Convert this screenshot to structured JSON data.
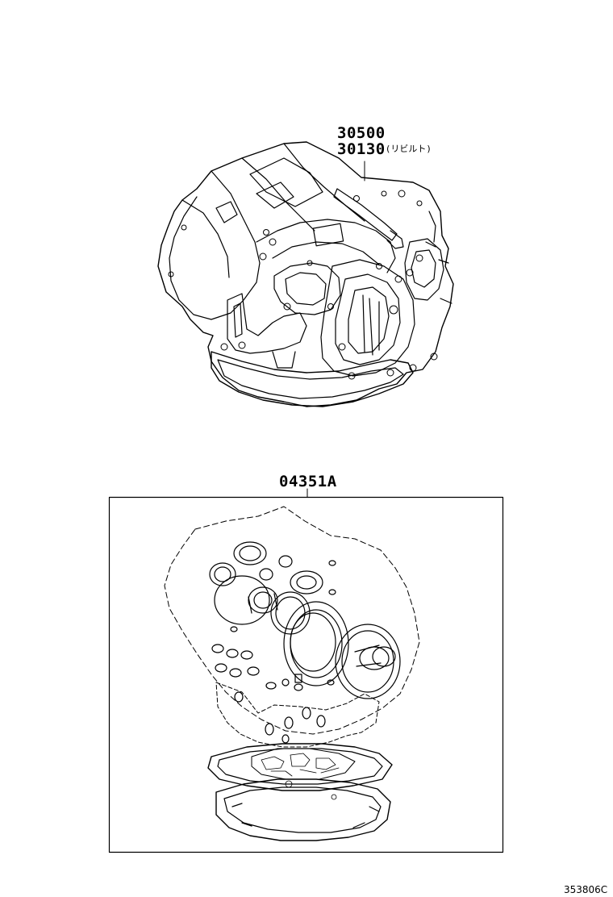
{
  "callouts": {
    "assembly_primary": "30500",
    "assembly_rebuilt": "30130",
    "assembly_rebuilt_note": "(リビルト)",
    "gasket_kit": "04351A"
  },
  "illustration_code": "353806C"
}
